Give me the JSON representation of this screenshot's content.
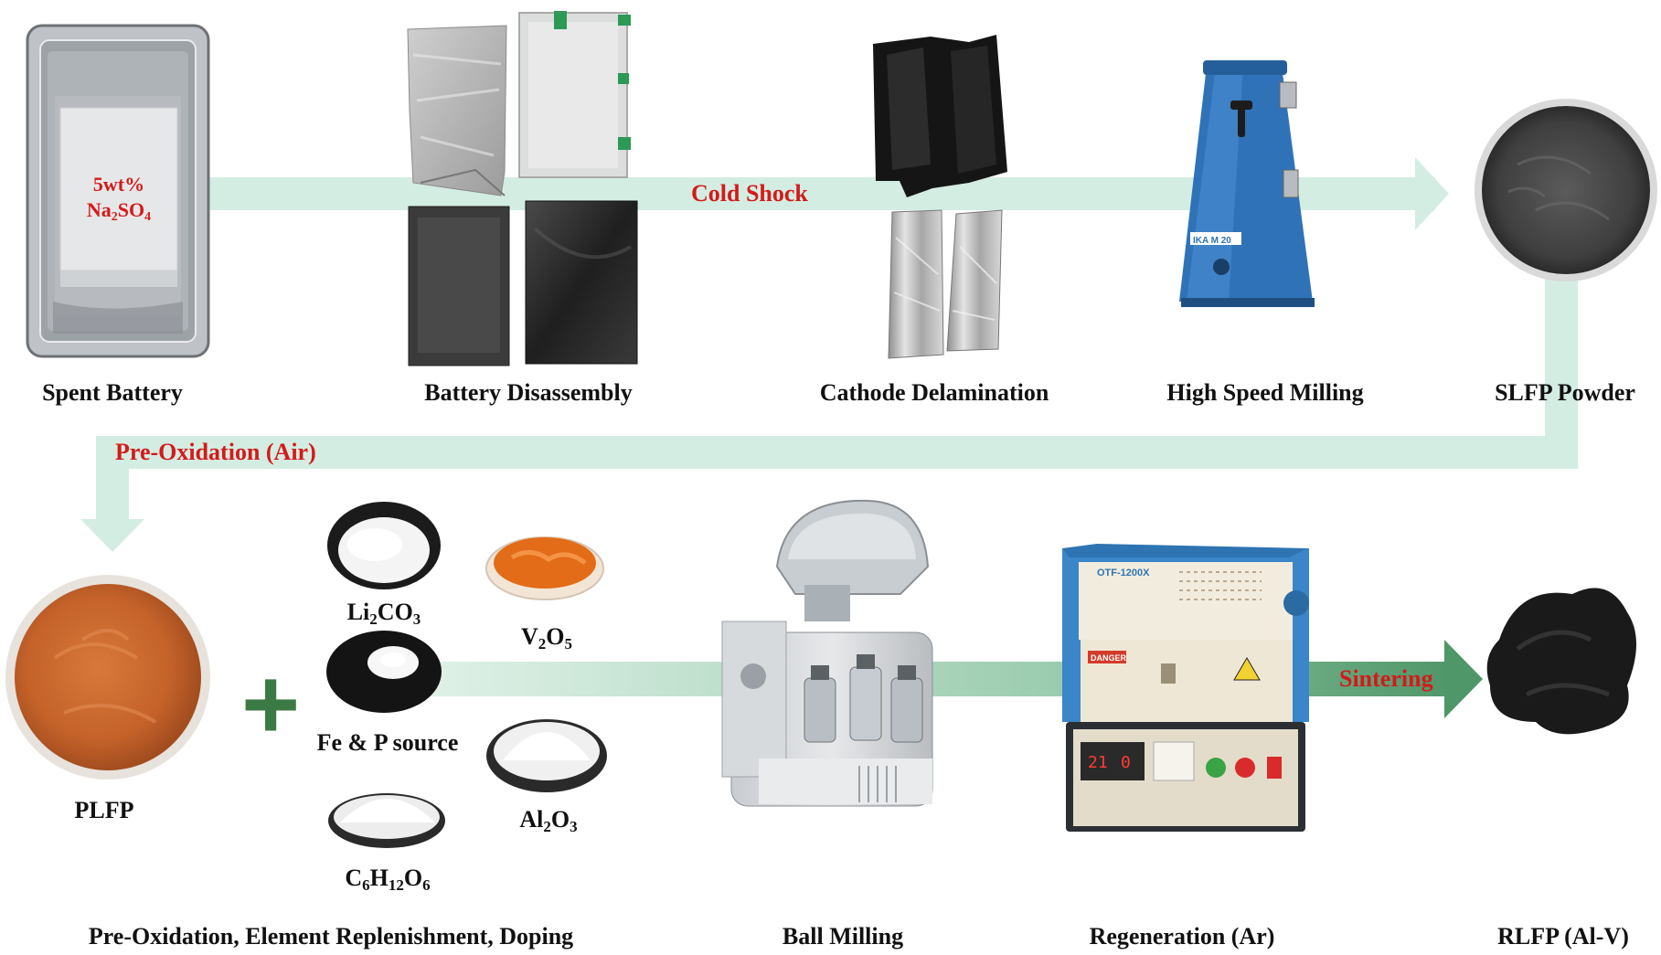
{
  "steps": {
    "spent_battery": "Spent Battery",
    "battery_disassembly": "Battery Disassembly",
    "cathode_delamination": "Cathode Delamination",
    "high_speed_milling": "High Speed Milling",
    "slfp_powder": "SLFP Powder",
    "plfp": "PLFP",
    "pre_oxidation_group": "Pre-Oxidation, Element Replenishment, Doping",
    "ball_milling": "Ball Milling",
    "regeneration": "Regeneration (Ar)",
    "rlfp": "RLFP (Al-V)"
  },
  "process_labels": {
    "cold_shock": "Cold Shock",
    "pre_oxidation_air": "Pre-Oxidation (Air)",
    "sintering": "Sintering"
  },
  "solution": {
    "line1": "5wt%",
    "line2_base": "Na",
    "line2_sub1": "2",
    "line2_mid": "SO",
    "line2_sub2": "4"
  },
  "reagents": {
    "li2co3": {
      "a": "Li",
      "s1": "2",
      "b": "CO",
      "s2": "3"
    },
    "v2o5": {
      "a": "V",
      "s1": "2",
      "b": "O",
      "s2": "5"
    },
    "fe_p_source": "Fe & P source",
    "al2o3": {
      "a": "Al",
      "s1": "2",
      "b": "O",
      "s2": "3"
    },
    "glucose": {
      "a": "C",
      "s1": "6",
      "b": "H",
      "s2": "12",
      "c": "O",
      "s3": "6"
    }
  },
  "plus_sign": "+",
  "device_text": {
    "mill_brand": "IKA M 20",
    "furnace_brand": "OTF-1200X",
    "danger": "DANGER",
    "display_1": "21",
    "display_2": "0"
  },
  "colors": {
    "arrow_light": "#d3ede3",
    "arrow_dark": "#5e9f74",
    "red_label": "#d41a1a",
    "plus_green": "#3c7a45",
    "furnace_blue": "#3a86c9",
    "mill_blue": "#2f72b8",
    "plfp_orange": "#c8662a",
    "v2o5_orange": "#e26c17"
  }
}
